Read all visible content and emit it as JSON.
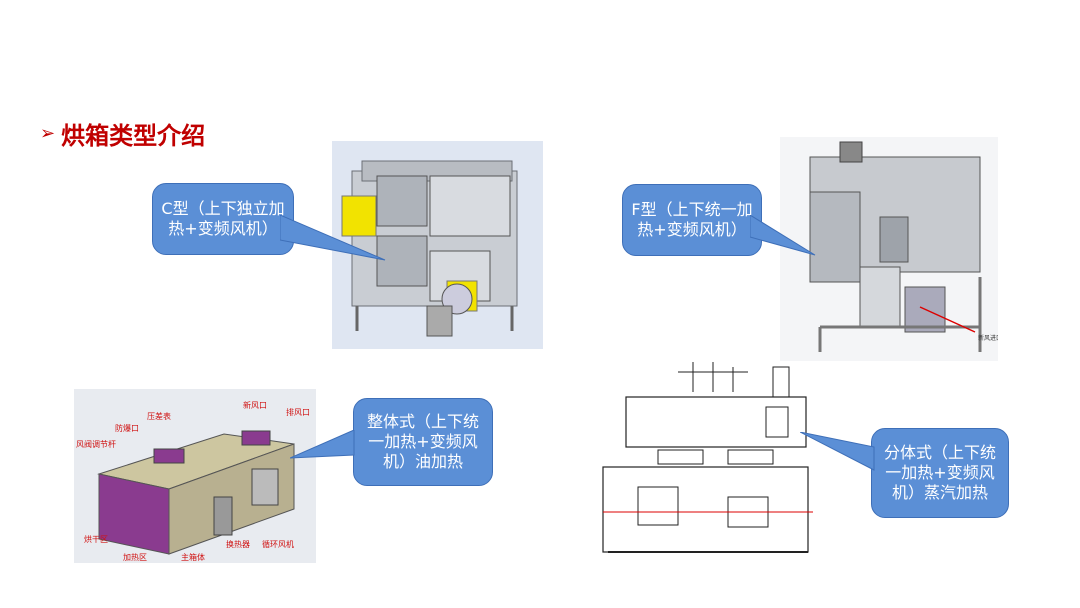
{
  "title": {
    "arrow": "➢",
    "text": "烘箱类型介绍"
  },
  "callouts": {
    "c_type": "C型（上下独立加热+变频风机）",
    "f_type": "F型（上下统一加热+变频风机）",
    "integral": "整体式（上下统一加热+变频风机）油加热",
    "split": "分体式（上下统一加热+变频风机）蒸汽加热"
  },
  "integral_labels": {
    "pressure_gauge": "压差表",
    "explosion_port": "防爆口",
    "fresh_air": "新风口",
    "exhaust": "排风口",
    "damper_rod": "风阀调节杆",
    "drying_zone": "烘干区",
    "heating_zone": "加热区",
    "main_box": "主箱体",
    "heat_exchanger": "换热器",
    "circ_fan": "循环风机"
  },
  "f_type_small_label": "新风进口"
}
